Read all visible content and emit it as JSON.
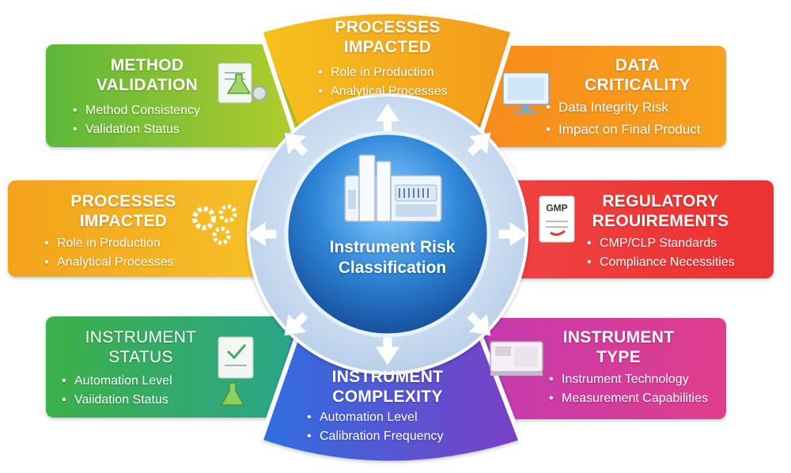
{
  "center": {
    "title_line1": "Instrument Risk",
    "title_line2": "Classification"
  },
  "segments": {
    "top": {
      "title_line1": "PROCESSES",
      "title_line2": "IMPACTED",
      "bullets": [
        "Role in Production",
        "Analytical Processes"
      ]
    },
    "top_left": {
      "title_line1": "METHOD",
      "title_line2": "VALIDATION",
      "bullets": [
        "Method Consistency",
        "Validation Status"
      ]
    },
    "top_right": {
      "title_line1": "DATA",
      "title_line2": "CRITICALITY",
      "bullets": [
        "Data Integrity Risk",
        "Impact on Final Product"
      ]
    },
    "mid_left": {
      "title_line1": "PROCESSES",
      "title_line2": "IMPACTED",
      "bullets": [
        "Role in Production",
        "Analytical Processes"
      ]
    },
    "mid_right": {
      "title_line1": "REGULATORY",
      "title_line2": "REOUIREMENTS",
      "bullets": [
        "CMP/CLP Standards",
        "Compliance Necessities"
      ]
    },
    "bottom_left": {
      "title_line1": "INSTRUMENT",
      "title_line2": "STATUS",
      "bullets": [
        "Automation Level",
        "Vaiidation Status"
      ]
    },
    "bottom": {
      "title_line1": "INSTRUMENT",
      "title_line2": "COMPLEXITY",
      "bullets": [
        "Automation Level",
        "Calibration Frequency"
      ]
    },
    "bottom_right": {
      "title_line1": "INSTRUMENT",
      "title_line2": "TYPE",
      "bullets": [
        "Instrument Technology",
        "Measurement Capabilities"
      ]
    }
  },
  "icons": {
    "gmp_doc_label": "GMP"
  },
  "colors": {
    "green": "#5cb83a",
    "yellow_green": "#a8c930",
    "orange": "#f29a1c",
    "amber": "#f6b21a",
    "red": "#ef3b3b",
    "magenta": "#d0389c",
    "purple": "#7b3fc6",
    "blue": "#2f6fe0",
    "teal": "#1fa87a"
  }
}
